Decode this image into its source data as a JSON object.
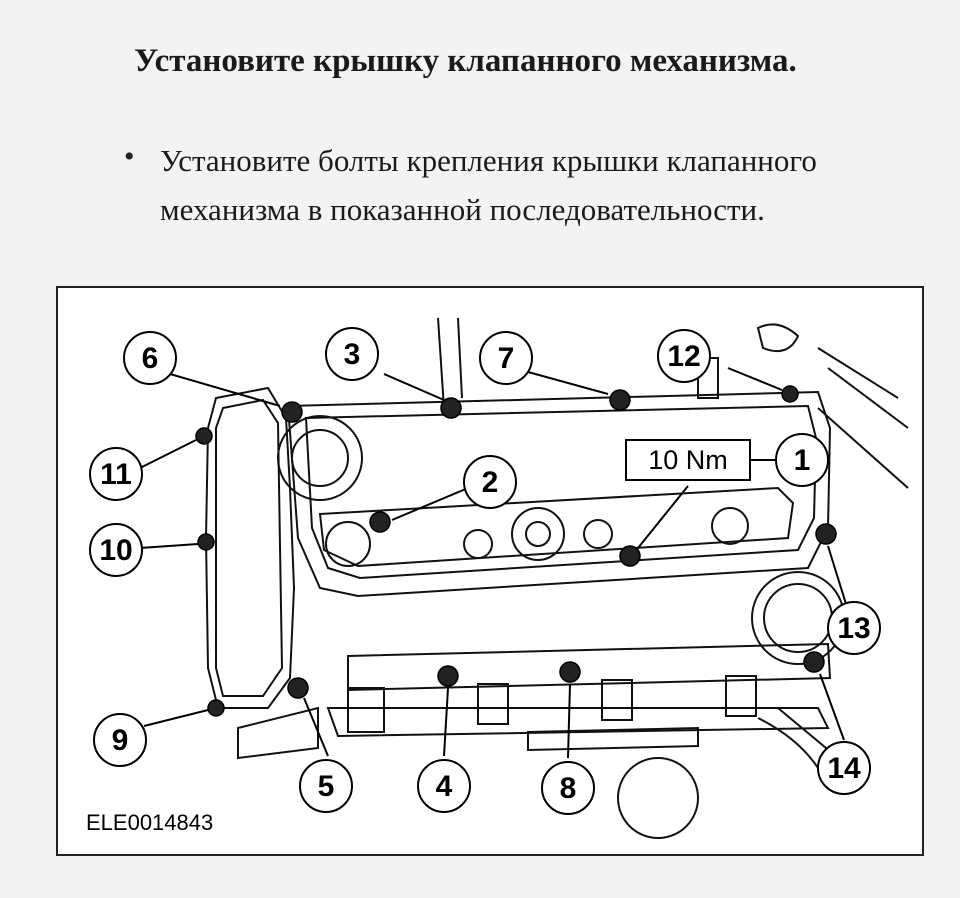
{
  "heading": "Установите крышку клапанного механизма.",
  "bullet": "Установите болты крепления крышки клапанного механизма в показанной последовательности.",
  "figure": {
    "torque_label": "10 Nm",
    "reference_code": "ELE0014843",
    "callouts": [
      "1",
      "2",
      "3",
      "4",
      "5",
      "6",
      "7",
      "8",
      "9",
      "10",
      "11",
      "12",
      "13",
      "14"
    ]
  }
}
